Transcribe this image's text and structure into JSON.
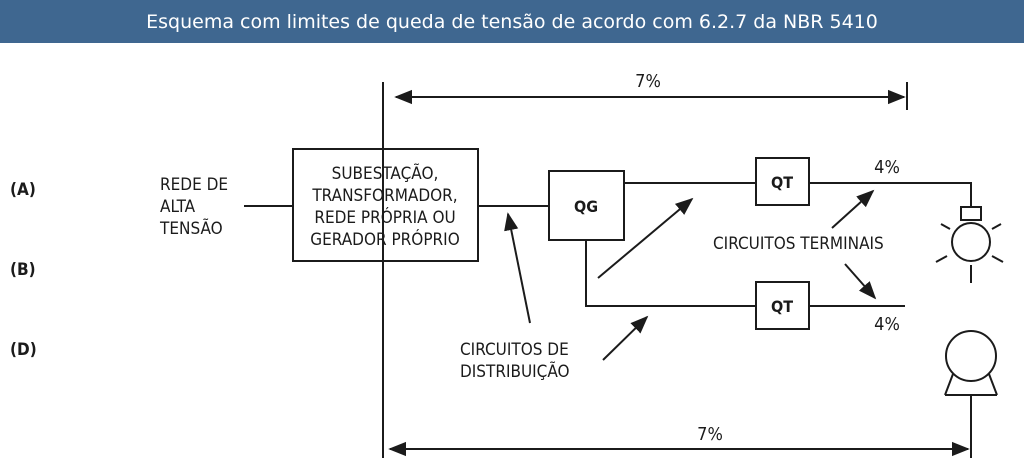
{
  "title": "Esquema com limites de queda de tensão de acordo com 6.2.7 da NBR 5410",
  "rows": [
    "(A)",
    "(B)",
    "(D)"
  ],
  "source": [
    "REDE DE",
    "ALTA",
    "TENSÃO"
  ],
  "supply_box": [
    "SUBESTAÇÃO,",
    "TRANSFORMADOR,",
    "REDE PRÓPRIA OU",
    "GERADOR PRÓPRIO"
  ],
  "qg": "QG",
  "qt_top": "QT",
  "qt_bottom": "QT",
  "pct_top": "7%",
  "pct_bottom": "7%",
  "pct_terminal_top": "4%",
  "pct_terminal_bottom": "4%",
  "terminal_label": "CIRCUITOS TERMINAIS",
  "distribution_label": [
    "CIRCUITOS DE",
    "DISTRIBUIÇÃO"
  ],
  "loads": [
    "lamp-icon",
    "motor-icon"
  ],
  "colors": {
    "title_bg": "#3f6790",
    "line": "#1b1b1b"
  }
}
